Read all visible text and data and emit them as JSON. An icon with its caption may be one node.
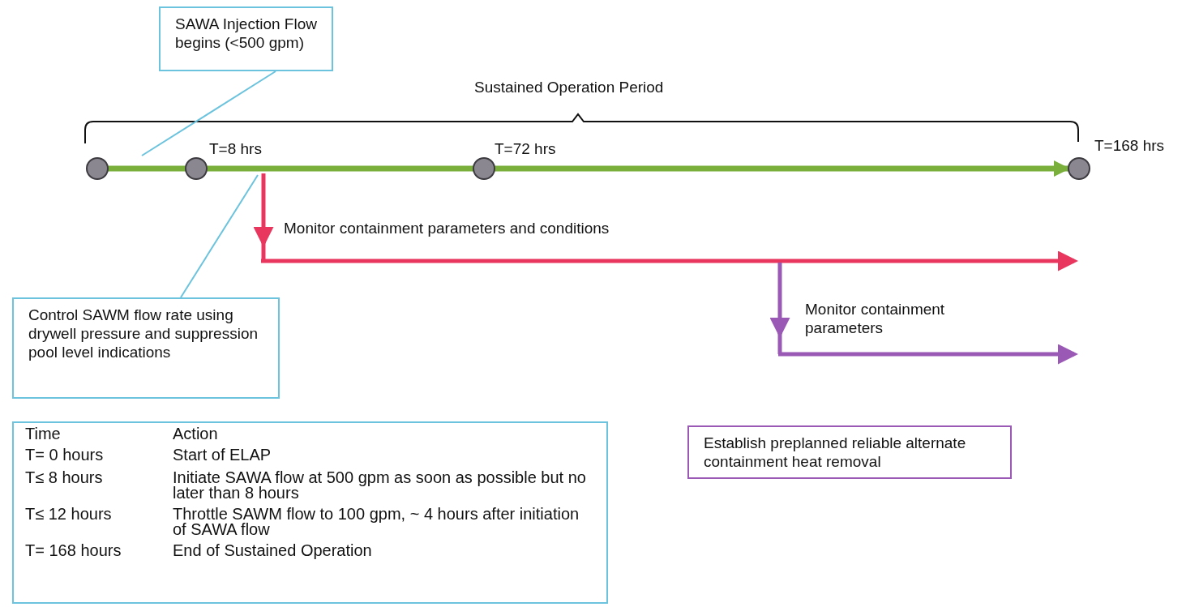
{
  "diagram": {
    "nodes": [
      {
        "text": [
          "SAWA Injection Flow begins (<500 gpm)"
        ]
      },
      {
        "text": [],
        "shape": "circle"
      },
      {
        "text": [],
        "shape": "circle",
        "beside": [
          "T=8 hrs"
        ]
      },
      {
        "text": [],
        "shape": "circle",
        "beside": [
          "T=72 hrs"
        ]
      },
      {
        "text": [],
        "shape": "circle",
        "beside": [
          "T=168 hrs"
        ]
      },
      {
        "text": [
          "Control SAWM flow rate using drywell pressure and suppression pool level indications"
        ]
      },
      {
        "text": [
          "Establish preplanned reliable alternate containment heat removal"
        ]
      }
    ],
    "edges": [
      {
        "from": 1,
        "to": 2,
        "arrow": "none"
      },
      {
        "from": 2,
        "to": 3,
        "arrow": "none"
      },
      {
        "from": 3,
        "to": 4,
        "arrow": "to"
      },
      {
        "from": 0,
        "to": null,
        "arrow": "none",
        "color": "#6cc3dd"
      },
      {
        "from": 5,
        "to": null,
        "arrow": "none",
        "color": "#6cc3dd"
      }
    ],
    "labels": [
      "Sustained Operation Period",
      "Monitor containment parameters and conditions",
      "Monitor containment parameters",
      "Time",
      "Action",
      "T= 0 hours",
      "Start of ELAP",
      "T≤ 8 hours",
      "Initiate SAWA flow at 500 gpm as soon as possible but no later than 8 hours",
      "T≤ 12 hours",
      "Throttle SAWM flow to 100 gpm, ~ 4 hours after initiation of SAWA flow",
      "T= 168 hours",
      "End of Sustained Operation"
    ]
  }
}
